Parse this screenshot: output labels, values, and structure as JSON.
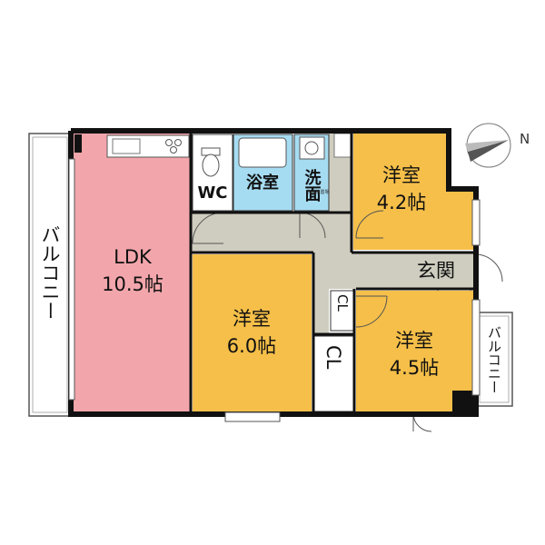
{
  "rooms": {
    "ldk": {
      "name": "LDK",
      "size": "10.5帖",
      "color": "#f2a6ab"
    },
    "western_main": {
      "name": "洋室",
      "size": "6.0帖",
      "color": "#f5bf49"
    },
    "western_ne": {
      "name": "洋室",
      "size": "4.2帖",
      "color": "#f5bf49"
    },
    "western_se": {
      "name": "洋室",
      "size": "4.5帖",
      "color": "#f5bf49"
    },
    "wc": {
      "name": "WC"
    },
    "bath": {
      "name": "浴室",
      "color": "#a6dcf2"
    },
    "washroom": {
      "name": "洗面",
      "color": "#a6dcf2"
    },
    "washer_label": "洗濯機置場",
    "entrance": {
      "name": "玄関"
    },
    "closet_small": {
      "name": "CL"
    },
    "closet_large": {
      "name": "CL"
    },
    "balcony_west": {
      "name": "バルコニー"
    },
    "balcony_east": {
      "name": "バルコニー"
    }
  },
  "compass": {
    "label": "N"
  },
  "colors": {
    "hall": "#cfcdbf",
    "wet_area": "#a6dcf2",
    "wall": "#111111",
    "balcony": "#ffffff"
  }
}
